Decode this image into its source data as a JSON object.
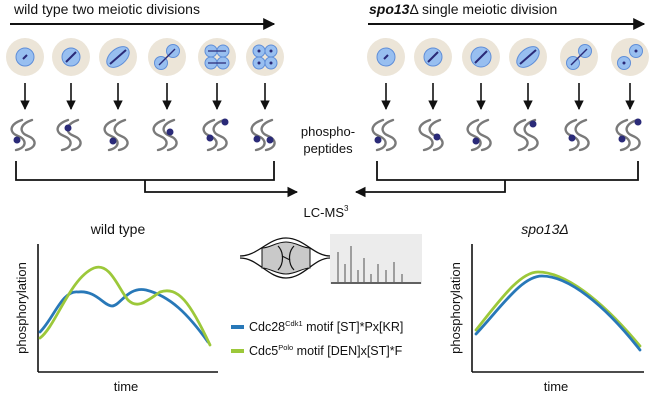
{
  "panels": {
    "left_title": "wild type two meiotic divisions",
    "right_title_italic": "spo13",
    "right_title_rest": "Δ single meiotic division"
  },
  "center": {
    "phospho_line1": "phospho-",
    "phospho_line2": "peptides",
    "lcms_text": "LC-MS",
    "lcms_sup": "3"
  },
  "plots": {
    "left_title": "wild type",
    "right_title": "spo13Δ",
    "y_label": "phosphorylation",
    "x_label": "time"
  },
  "legend": {
    "cdc28_name": "Cdc28",
    "cdc28_sup": "Cdk1",
    "cdc28_rest": " motif [ST]*Px[KR]",
    "cdc5_name": "Cdc5",
    "cdc5_sup": "Polo",
    "cdc5_rest": " motif [DEN]x[ST]*F"
  },
  "colors": {
    "blue": "#2878b8",
    "green": "#9cc83a",
    "cell_bg": "#ece5d8",
    "nucleus": "#98bff0",
    "nucleus_stroke": "#5f8ed8",
    "dot": "#2a2a78"
  }
}
